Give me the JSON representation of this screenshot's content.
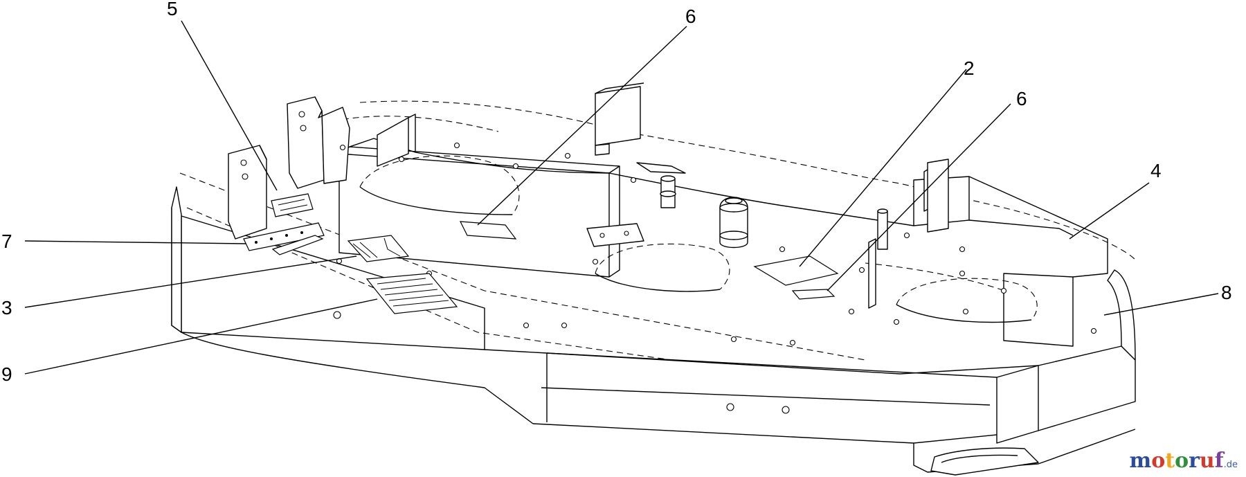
{
  "callouts": [
    {
      "id": "5",
      "label": "5"
    },
    {
      "id": "6a",
      "label": "6"
    },
    {
      "id": "2",
      "label": "2"
    },
    {
      "id": "6b",
      "label": "6"
    },
    {
      "id": "4",
      "label": "4"
    },
    {
      "id": "7",
      "label": "7"
    },
    {
      "id": "3",
      "label": "3"
    },
    {
      "id": "8",
      "label": "8"
    },
    {
      "id": "9",
      "label": "9"
    }
  ],
  "watermark": {
    "letters": [
      "m",
      "o",
      "t",
      "o",
      "r",
      "u",
      "f"
    ],
    "colors": [
      "#2b4c9b",
      "#d33a2c",
      "#f2a61d",
      "#2f8f3c",
      "#2b4c9b",
      "#d33a2c",
      "#7a3f9a"
    ],
    "suffix": ".de"
  }
}
